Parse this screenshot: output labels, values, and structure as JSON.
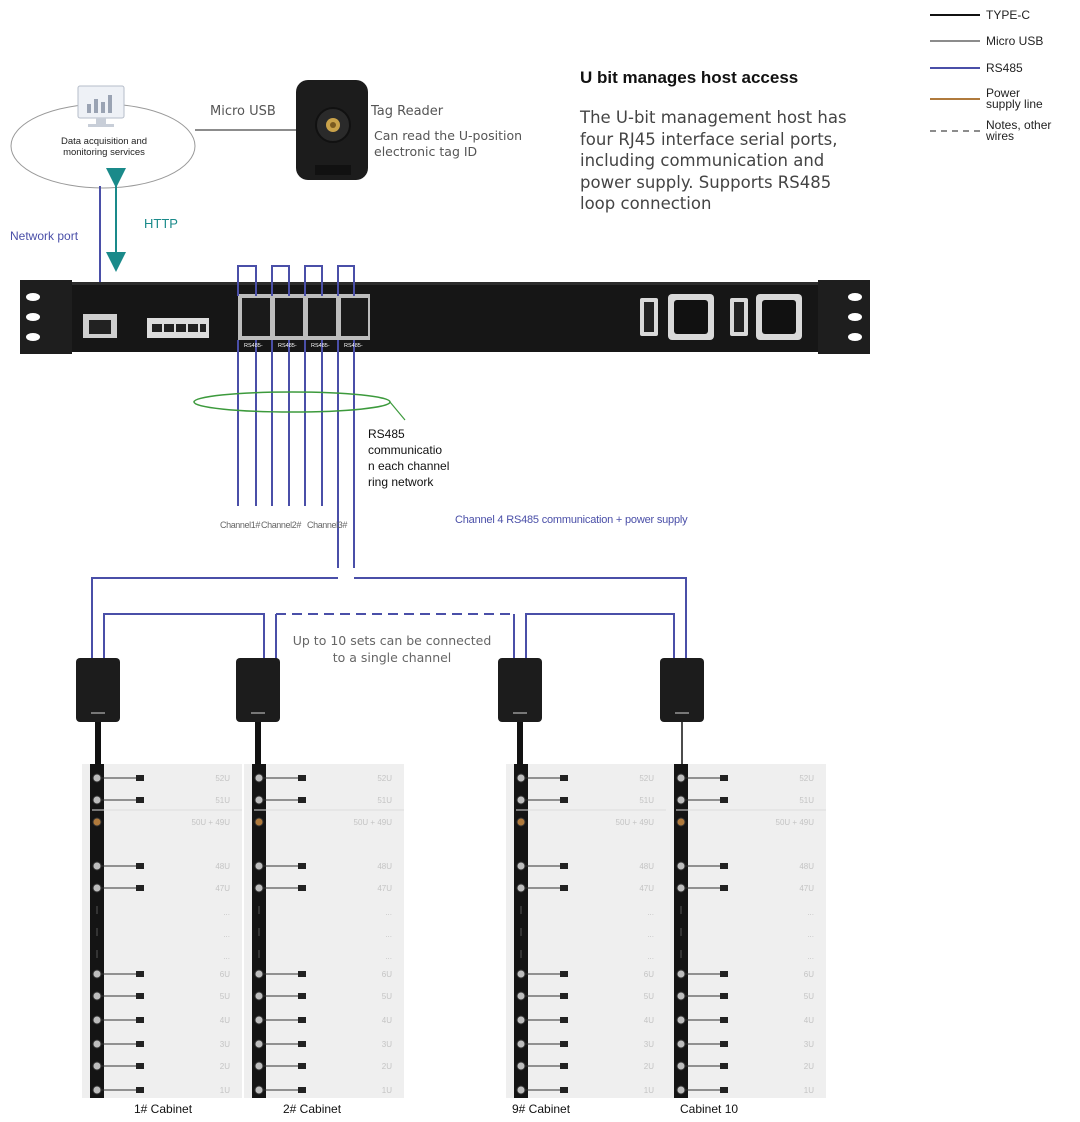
{
  "legend": [
    {
      "label": "TYPE-C",
      "color": "#111111",
      "style": "solid"
    },
    {
      "label": "Micro USB",
      "color": "#8c8c8c",
      "style": "solid"
    },
    {
      "label": "RS485",
      "color": "#4a4fa8",
      "style": "solid"
    },
    {
      "label": "Power supply line",
      "color": "#b07a3c",
      "style": "solid"
    },
    {
      "label": "Notes, other wires",
      "color": "#8c8c8c",
      "style": "dashed"
    }
  ],
  "heading": {
    "title": "U bit manages host access",
    "description": "The U-bit management host has four RJ45 interface serial ports, including communication and power supply. Supports RS485 loop connection"
  },
  "service": {
    "label": "Data acquisition and monitoring services",
    "icon": "monitor-chart-icon"
  },
  "micro_usb_label": "Micro USB",
  "tag_reader": {
    "title": "Tag Reader",
    "description": "Can read the U-position electronic tag ID"
  },
  "http_label": "HTTP",
  "network_port_label": "Network port",
  "host": {
    "port_labels": [
      "RS485-",
      "RS485-",
      "RS485-",
      "RS485-"
    ]
  },
  "ring_note": "RS485 communicatio n each channel ring network",
  "channels": [
    "Channel1#",
    "Channel2#",
    "Channel3#"
  ],
  "channel4_label": "Channel 4 RS485 communication + power supply",
  "chain_note": "Up to 10 sets can be connected to a single channel",
  "cabinets": [
    "1# Cabinet",
    "2# Cabinet",
    "9# Cabinet",
    "Cabinet 10"
  ],
  "u_labels": [
    "52U",
    "51U",
    "50U + 49U",
    "48U",
    "47U",
    "...",
    "...",
    "...",
    "6U",
    "5U",
    "4U",
    "3U",
    "2U",
    "1U"
  ],
  "colors": {
    "rs485": "#4a4fa8",
    "http": "#1a8a8a",
    "ring": "#3c9a3c",
    "device": "#1c1c1c"
  }
}
